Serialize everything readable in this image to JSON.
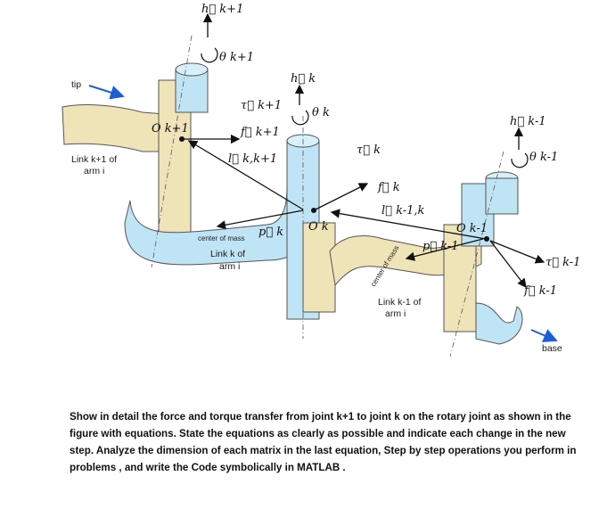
{
  "figure": {
    "labels": {
      "tip": "tip",
      "link_k1_line1": "Link k+1 of",
      "link_k1_line2": "arm i",
      "link_k_line1": "Link k of",
      "link_k_line2": "arm i",
      "link_km1_line1": "Link k-1 of",
      "link_km1_line2": "arm i",
      "center_mass_k": "center of mass",
      "center_mass_km1": "center of mass",
      "base": "base"
    },
    "symbols": {
      "h_k1": "h⃗ k+1",
      "theta_k1": "θ k+1",
      "h_k": "h⃗ k",
      "theta_k": "θ k",
      "h_km1": "h⃗ k-1",
      "theta_km1": "θ k-1",
      "O_k1": "O k+1",
      "O_k": "O k",
      "O_km1": "O k-1",
      "tau_k1": "τ⃗ k+1",
      "f_k1": "f⃗ k+1",
      "l_k_k1": "l⃗ k,k+1",
      "tau_k": "τ⃗ k",
      "f_k": "f⃗ k",
      "l_km1_k": "l⃗ k-1,k",
      "p_k": "p⃗ k",
      "p_km1": "p⃗ k-1",
      "tau_km1": "τ⃗ k-1",
      "f_km1": "f⃗ k-1"
    }
  },
  "question": "Show in detail the force and torque transfer from joint k+1 to joint k on the rotary joint as shown in the figure with equations. State the equations as clearly as possible and indicate each change in the new step. Analyze the dimension of each matrix in the last equation, Step by step operations you perform in problems ,  and write  the Code symbolically in MATLAB ."
}
